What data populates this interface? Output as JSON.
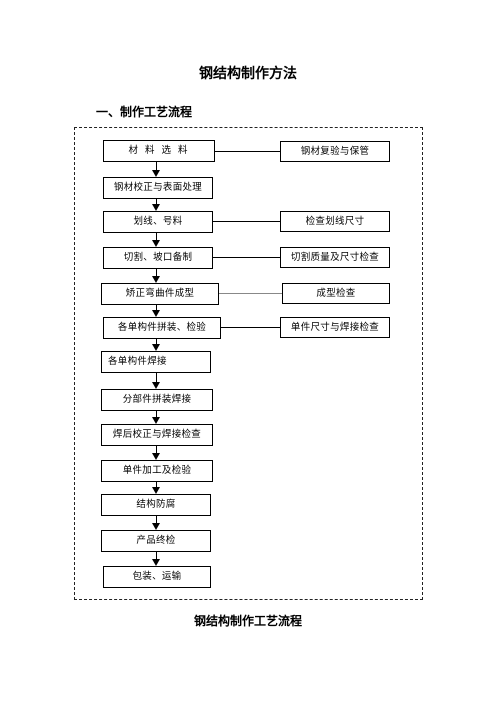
{
  "document": {
    "title": "钢结构制作方法",
    "section_heading": "一、制作工艺流程",
    "caption": "钢结构制作工艺流程"
  },
  "flow": {
    "steps": [
      "材  料  选  料",
      "钢材校正与表面处理",
      "划线、号料",
      "切割、坡口备制",
      "矫正弯曲件成型",
      "各单构件拼装、检验",
      "各单构件焊接",
      "分部件拼装焊接",
      "焊后校正与焊接检查",
      "单件加工及检验",
      "结构防腐",
      "产品终检",
      "包装、运输"
    ],
    "checks": [
      "钢材复验与保管",
      "检查划线尺寸",
      "切割质量及尺寸检查",
      "成型检查",
      "单件尺寸与焊接检查"
    ]
  }
}
